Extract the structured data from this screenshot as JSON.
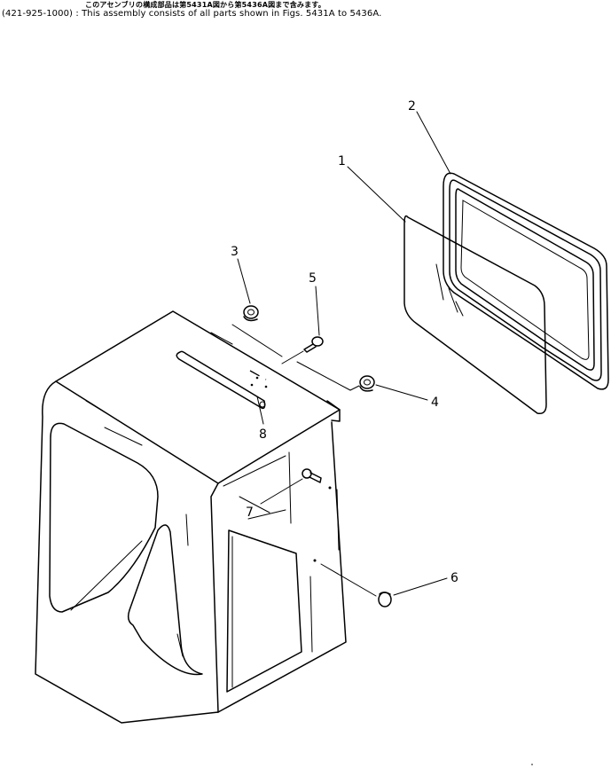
{
  "header": {
    "note_jp": "このアセンブリの構成部品は第5431A図から第5436A図まで含みます。",
    "assembly_code": "(421-925-1000)",
    "separator": ":",
    "note_en": "This assembly consists of all parts shown in Figs. 5431A to 5436A."
  },
  "callouts": [
    {
      "id": "1",
      "label": "1",
      "part": "glass"
    },
    {
      "id": "2",
      "label": "2",
      "part": "window-seal"
    },
    {
      "id": "3",
      "label": "3",
      "part": "grommet"
    },
    {
      "id": "4",
      "label": "4",
      "part": "grommet"
    },
    {
      "id": "5",
      "label": "5",
      "part": "bolt"
    },
    {
      "id": "6",
      "label": "6",
      "part": "plug"
    },
    {
      "id": "7",
      "label": "7",
      "part": "bolt"
    },
    {
      "id": "8",
      "label": "8",
      "part": "handrail"
    }
  ]
}
